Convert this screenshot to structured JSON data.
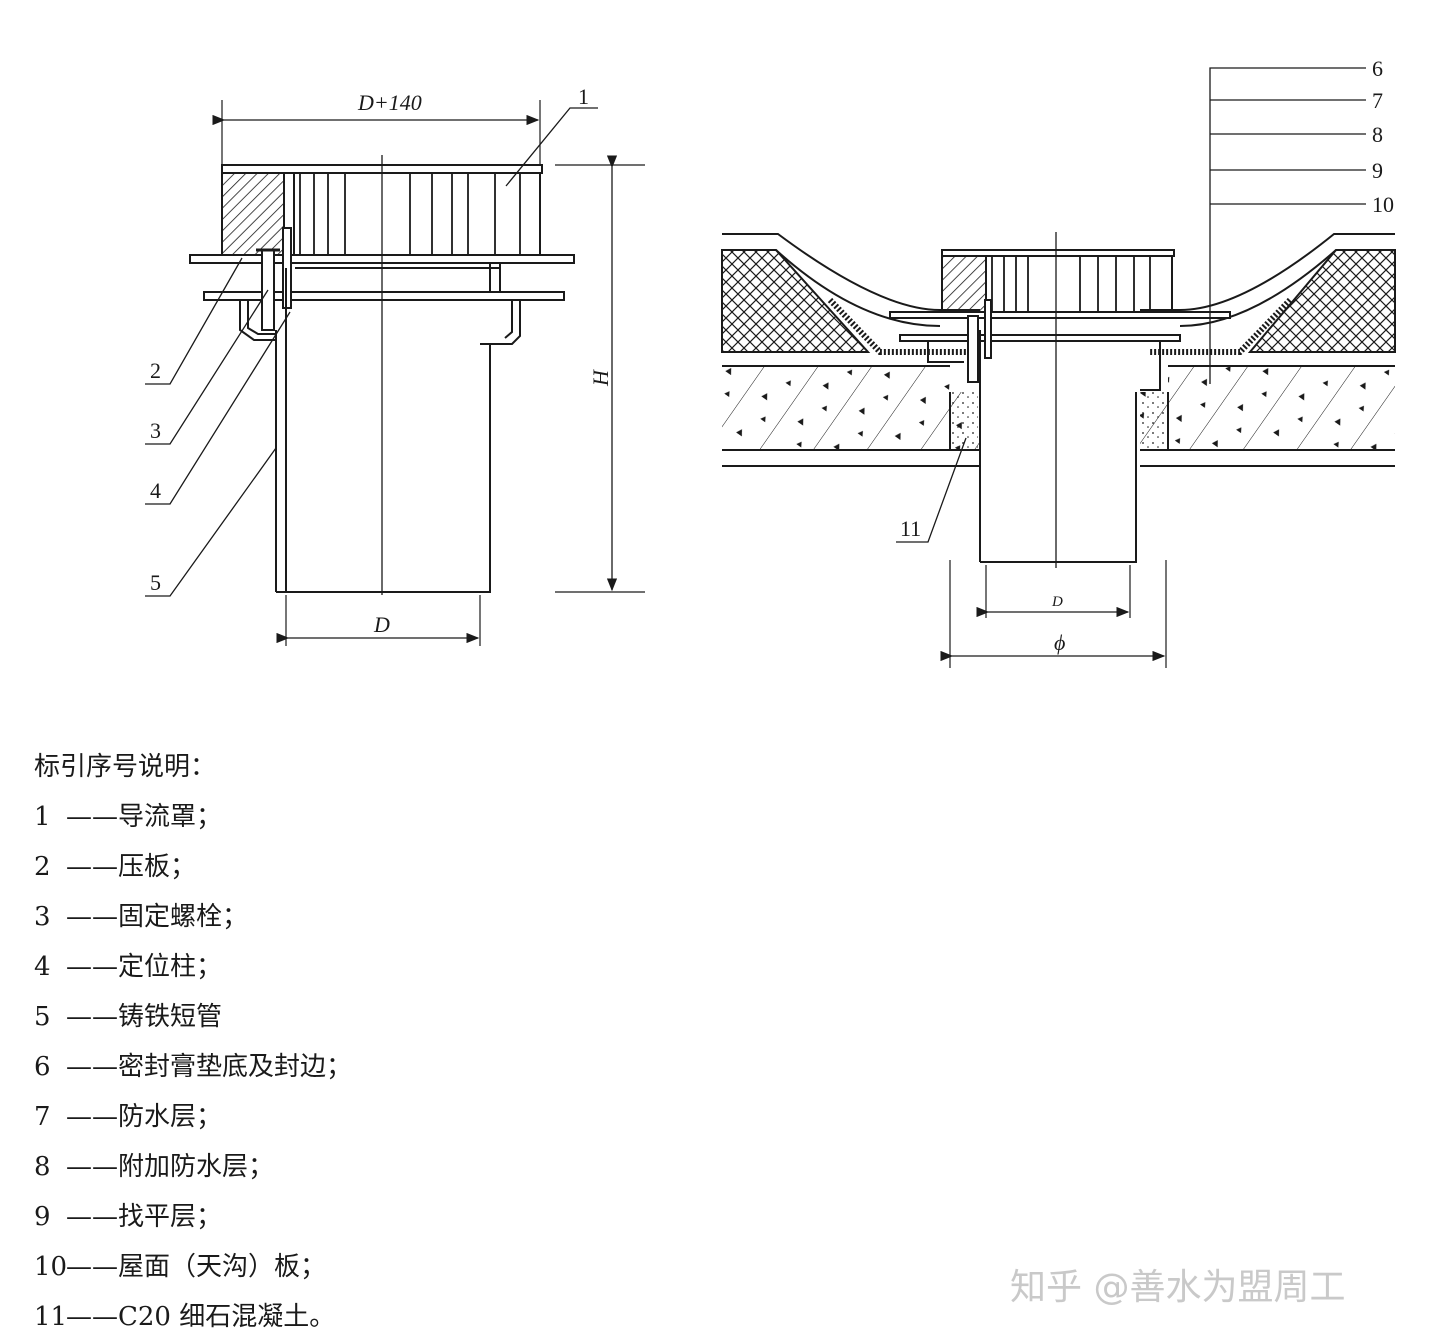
{
  "dimensions": {
    "top_width": "D+140",
    "height": "H",
    "left_diameter": "D",
    "right_diameter": "D",
    "phi": "ϕ"
  },
  "callouts": [
    "1",
    "2",
    "3",
    "4",
    "5",
    "6",
    "7",
    "8",
    "9",
    "10",
    "11"
  ],
  "legend": {
    "title": "标引序号说明：",
    "items": [
      {
        "num": "1",
        "text": "——导流罩；"
      },
      {
        "num": "2",
        "text": "——压板；"
      },
      {
        "num": "3",
        "text": "——固定螺栓；"
      },
      {
        "num": "4",
        "text": "——定位柱；"
      },
      {
        "num": "5",
        "text": "——铸铁短管"
      },
      {
        "num": "6",
        "text": "——密封膏垫底及封边；"
      },
      {
        "num": "7",
        "text": "——防水层；"
      },
      {
        "num": "8",
        "text": "——附加防水层；"
      },
      {
        "num": "9",
        "text": "——找平层；"
      },
      {
        "num": "10",
        "text": "——屋面（天沟）板；"
      },
      {
        "num": "11",
        "text": "——C20 细石混凝土。"
      }
    ]
  },
  "watermark": "知乎 @善水为盟周工"
}
